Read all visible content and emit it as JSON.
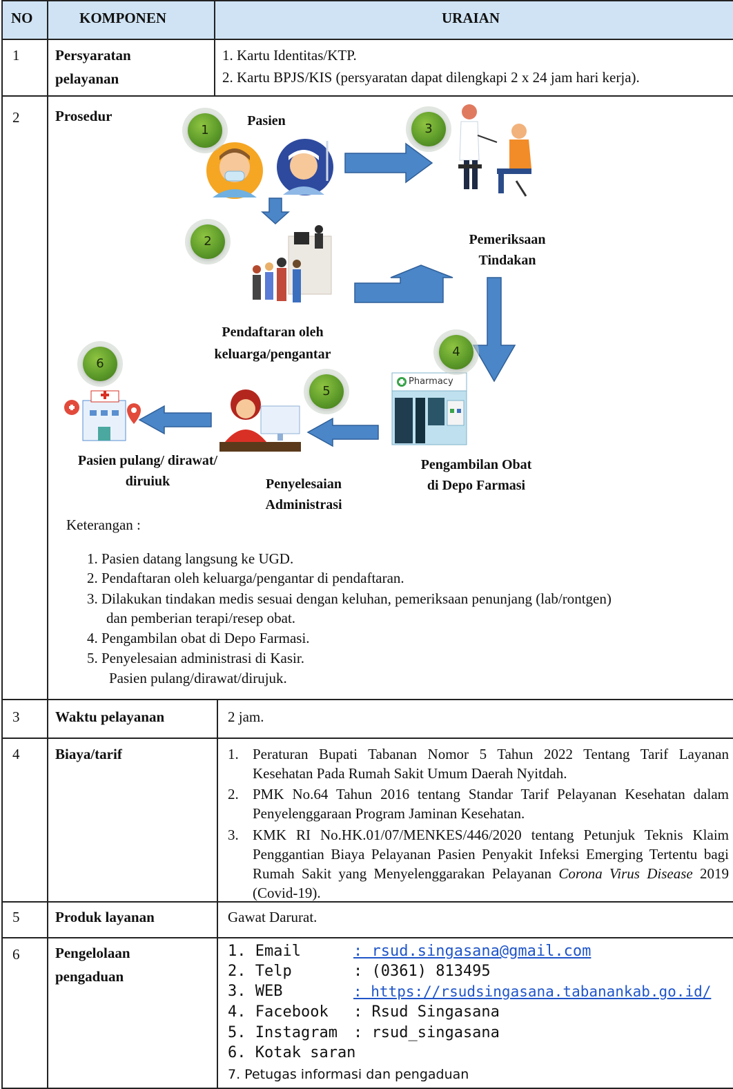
{
  "header": {
    "no": "NO",
    "komponen": "KOMPONEN",
    "uraian": "URAIAN"
  },
  "rows": {
    "r1": {
      "no": "1",
      "komponen_line1": "Persyaratan",
      "komponen_line2": "pelayanan",
      "items": [
        "1. Kartu Identitas/KTP.",
        "2. Kartu BPJS/KIS (persyaratan dapat dilengkapi 2 x 24 jam hari kerja)."
      ]
    },
    "r2": {
      "no": "2",
      "komponen": "Prosedur",
      "diagram": {
        "badges": [
          "1",
          "2",
          "3",
          "4",
          "5",
          "6"
        ],
        "pasien": "Pasien",
        "pemeriksaan_1": "Pemeriksaan",
        "pemeriksaan_2": "Tindakan",
        "pendaftaran_1": "Pendaftaran oleh",
        "pendaftaran_2": "keluarga/pengantar",
        "pharmacy_sign": "Pharmacy",
        "pengambilan_1": "Pengambilan Obat",
        "pengambilan_2": "di Depo Farmasi",
        "penyelesaian_1": "Penyelesaian",
        "penyelesaian_2": "Administrasi",
        "pulang_1": "Pasien pulang/ dirawat/",
        "pulang_2": "diruiuk"
      },
      "keterangan_label": "Keterangan :",
      "keterangan": [
        "1. Pasien datang langsung ke UGD.",
        "2. Pendaftaran oleh keluarga/pengantar di pendaftaran.",
        "3. Dilakukan tindakan medis sesuai dengan keluhan, pemeriksaan penunjang (lab/rontgen)",
        "dan pemberian terapi/resep obat.",
        "4. Pengambilan obat di Depo Farmasi.",
        "5. Penyelesaian administrasi di Kasir.",
        "Pasien pulang/dirawat/dirujuk."
      ]
    },
    "r3": {
      "no": "3",
      "komponen": "Waktu pelayanan",
      "uraian": "2 jam."
    },
    "r4": {
      "no": "4",
      "komponen": "Biaya/tarif",
      "items": [
        {
          "num": "1.",
          "text": "Peraturan Bupati Tabanan Nomor 5 Tahun 2022 Tentang Tarif Layanan Kesehatan Pada Rumah Sakit Umum Daerah Nyitdah."
        },
        {
          "num": "2.",
          "text": "PMK No.64 Tahun 2016 tentang Standar Tarif Pelayanan Kesehatan dalam Penyelenggaraan Program Jaminan Kesehatan."
        },
        {
          "num": "3.",
          "text_before": "KMK RI No.HK.01/07/MENKES/446/2020 tentang Petunjuk Teknis Klaim Penggantian Biaya Pelayanan Pasien Penyakit Infeksi Emerging Tertentu bagi Rumah Sakit yang Menyelenggarakan Pelayanan ",
          "text_italic": "Corona Virus Disease",
          "text_after": " 2019 (Covid-19)."
        }
      ]
    },
    "r5": {
      "no": "5",
      "komponen": "Produk layanan",
      "uraian": "Gawat Darurat."
    },
    "r6": {
      "no": "6",
      "komponen_line1": "Pengelolaan",
      "komponen_line2": "pengaduan",
      "contacts": [
        {
          "label": "1. Email",
          "value": ": rsud.singasana@gmail.com",
          "link": true
        },
        {
          "label": "2. Telp",
          "value": ": (0361) 813495",
          "link": false
        },
        {
          "label": "3. WEB",
          "value": ": https://rsudsingasana.tabanankab.go.id/",
          "link": true
        },
        {
          "label": "4. Facebook",
          "value": ": Rsud Singasana",
          "link": false
        },
        {
          "label": "5. Instagram",
          "value": ": rsud_singasana",
          "link": false
        },
        {
          "label": "6. Kotak saran",
          "value": "",
          "link": false
        }
      ],
      "last_item": "7. Petugas informasi dan pengaduan"
    }
  },
  "colors": {
    "header_bg": "#cfe3f4",
    "arrow_fill": "#4a86c8",
    "badge_green": "#5d9b2a",
    "link_blue": "#1f55c8"
  }
}
